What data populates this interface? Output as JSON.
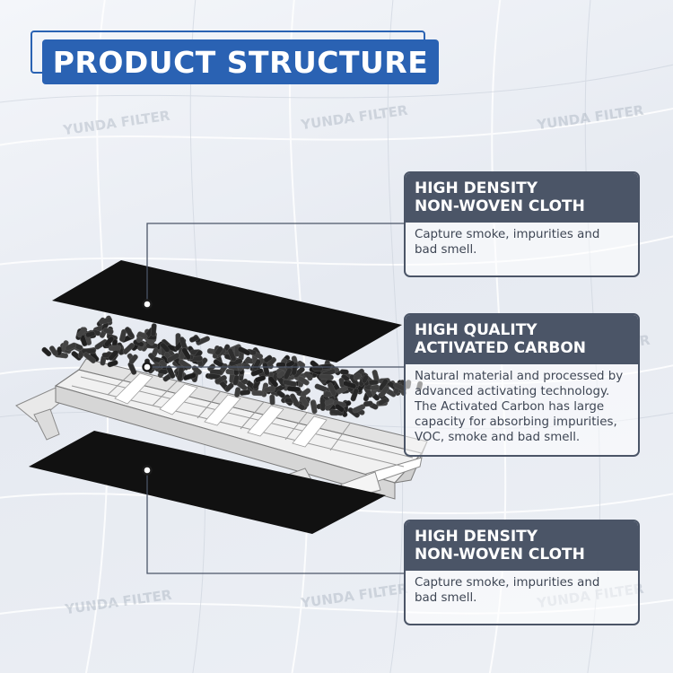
{
  "title": "PRODUCT STRUCTURE",
  "watermark": "YUNDA FILTER",
  "colors": {
    "title_bg": "#2a62b3",
    "card_header": "#4b5567",
    "cloth": "#111111",
    "carbon": "#2b2b2b"
  },
  "layers": [
    {
      "heading": [
        "HIGH DENSITY",
        "NON-WOVEN CLOTH"
      ],
      "description": [
        "Capture smoke, impurities and",
        "bad smell."
      ]
    },
    {
      "heading": [
        "HIGH QUALITY",
        "ACTIVATED CARBON"
      ],
      "description": [
        "Natural material and processed by",
        "advanced activating technology.",
        "The Activated Carbon has large",
        "capacity for absorbing impurities,",
        "VOC, smoke and bad smell."
      ]
    },
    {
      "heading": [
        "HIGH DENSITY",
        "NON-WOVEN CLOTH"
      ],
      "description": [
        "Capture smoke, impurities and",
        "bad smell."
      ]
    }
  ]
}
